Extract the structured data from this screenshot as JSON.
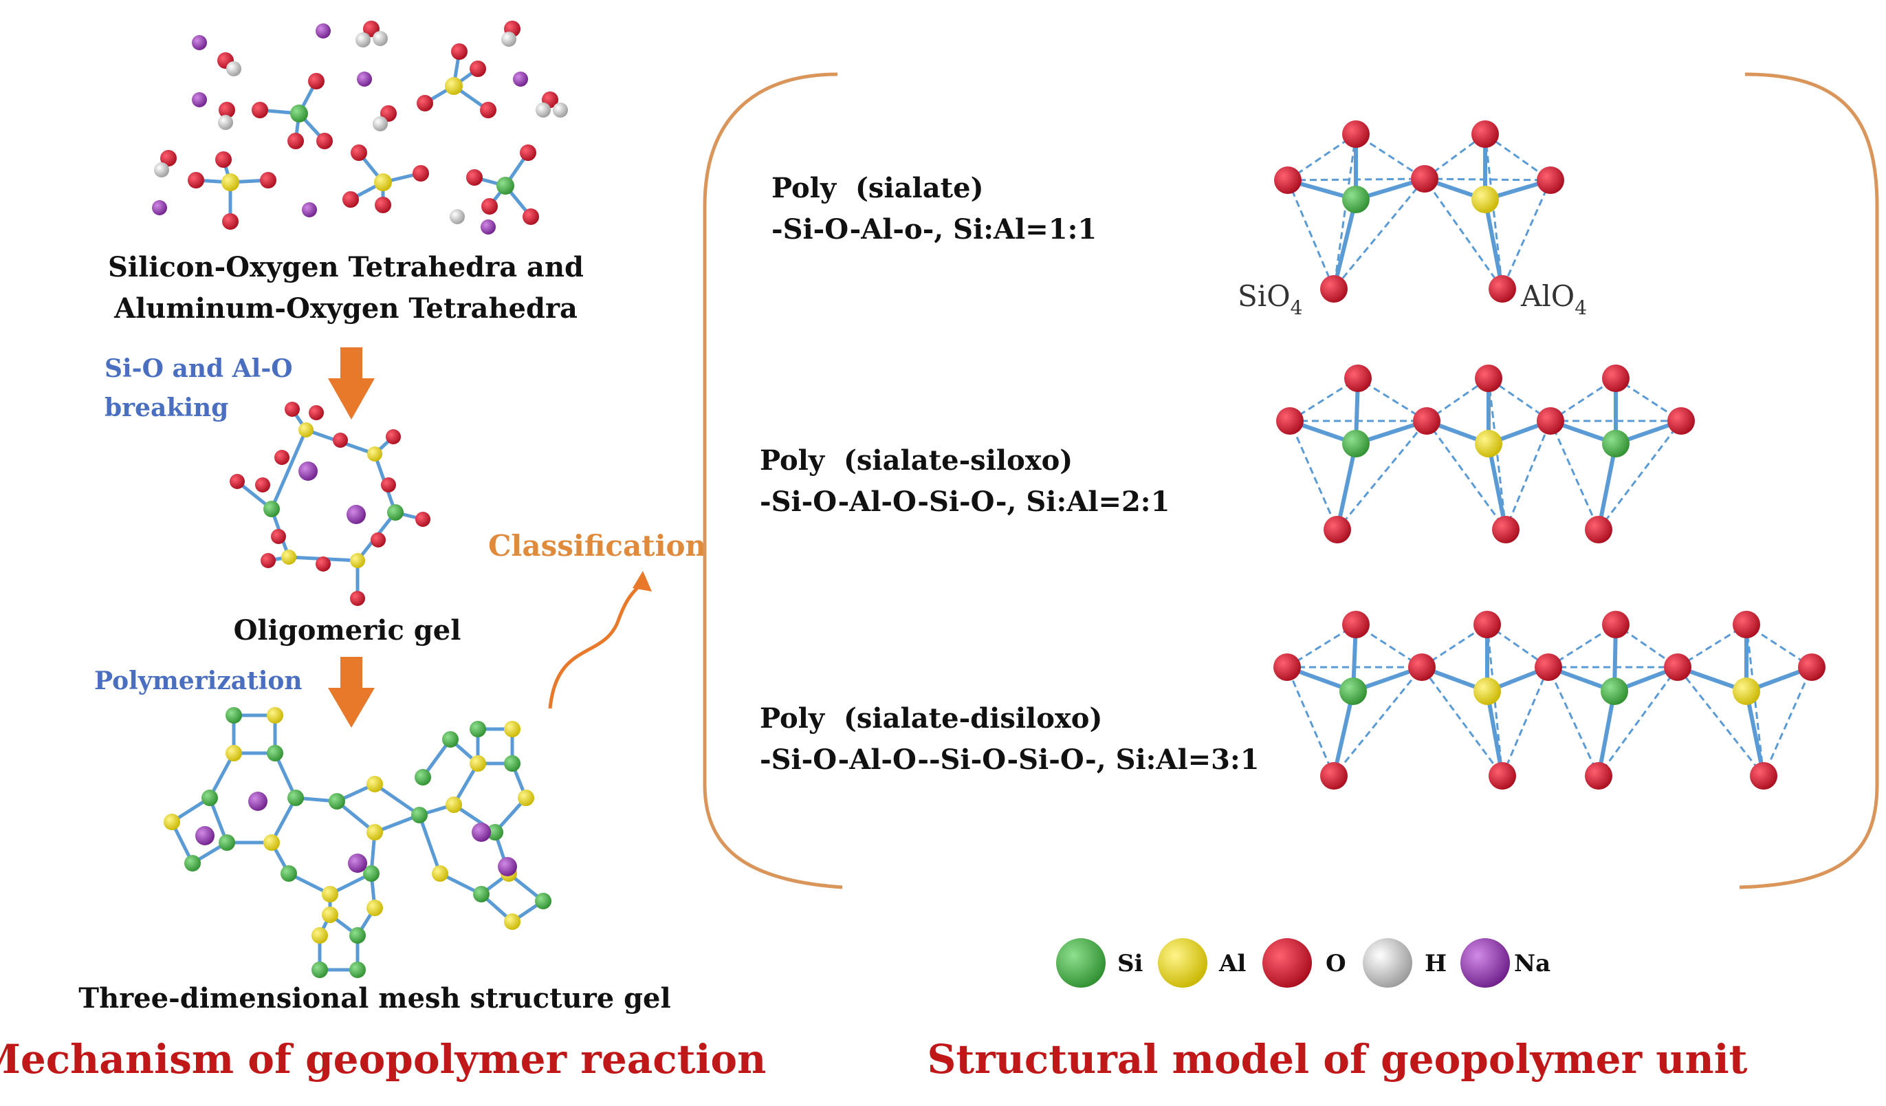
{
  "left": {
    "tetra_label_1": "Silicon-Oxygen Tetrahedra and",
    "tetra_label_2": "Aluminum-Oxygen Tetrahedra",
    "break_label_1": "Si-O and Al-O",
    "break_label_2": "breaking",
    "oligomer_label": "Oligomeric gel",
    "poly_label": "Polymerization",
    "mesh_label": "Three-dimensional mesh structure gel",
    "caption": "Mechanism of geopolymer reaction"
  },
  "classification_label": "Classification",
  "right": {
    "rows": [
      {
        "name": "Poly  (sialate)",
        "formula": "-Si-O-Al-o-, Si:Al=1:1"
      },
      {
        "name": "Poly  (sialate-siloxo)",
        "formula": "-Si-O-Al-O-Si-O-, Si:Al=2:1"
      },
      {
        "name": "Poly  (sialate-disiloxo)",
        "formula": "-Si-O-Al-O--Si-O-Si-O-, Si:Al=3:1"
      }
    ],
    "sio4_main": "SiO",
    "sio4_sub": "4",
    "alo4_main": "AlO",
    "alo4_sub": "4",
    "caption": "Structural model of geopolymer unit"
  },
  "legend": [
    {
      "label": "Si",
      "color": "#3fae3f"
    },
    {
      "label": "Al",
      "color": "#e8d818"
    },
    {
      "label": "O",
      "color": "#d0182c"
    },
    {
      "label": "H",
      "color": "#e6e6e6"
    },
    {
      "label": "Na",
      "color": "#9a36b8"
    }
  ],
  "colors": {
    "si": "#3fae3f",
    "al": "#e8d818",
    "o": "#d0182c",
    "h": "#e6e6e6",
    "na": "#9a36b8",
    "bond": "#5b9bd5",
    "arrow": "#e8782a",
    "bracket": "#d9955a"
  }
}
